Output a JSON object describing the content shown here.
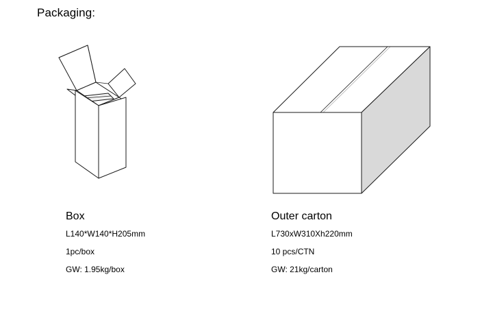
{
  "heading": "Packaging:",
  "box": {
    "title": "Box",
    "lines": [
      "L140*W140*H205mm",
      "1pc/box",
      "GW: 1.95kg/box"
    ]
  },
  "carton": {
    "title": "Outer carton",
    "lines": [
      "L730xW310Xh220mm",
      "10 pcs/CTN",
      "GW: 21kg/carton"
    ]
  },
  "colors": {
    "line": "#1a1a1a",
    "shade": "#d9d9d9",
    "background": "#ffffff"
  }
}
